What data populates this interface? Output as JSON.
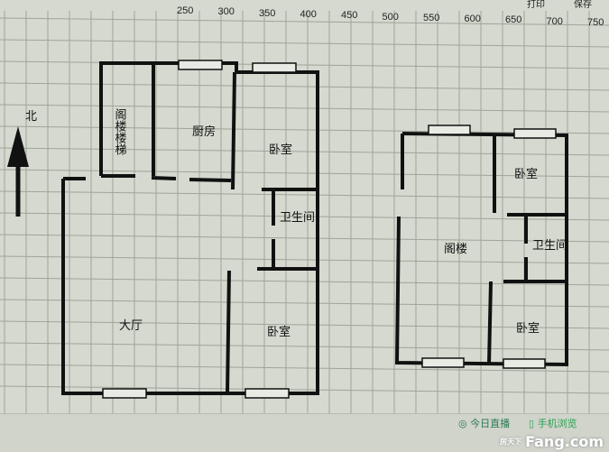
{
  "ruler": {
    "labels": [
      "250",
      "300",
      "350",
      "400",
      "450",
      "500",
      "550",
      "600",
      "650",
      "700",
      "750"
    ]
  },
  "toolbar": {
    "print": "打印",
    "save": "保存"
  },
  "compass": {
    "label": "北"
  },
  "plan_left": {
    "stair": "阁楼楼梯",
    "kitchen": "厨房",
    "bedroom1": "卧室",
    "bathroom": "卫生间",
    "living": "大厅",
    "bedroom2": "卧室"
  },
  "plan_right": {
    "bedroom1": "卧室",
    "attic": "阁楼",
    "bathroom": "卫生间",
    "bedroom2": "卧室"
  },
  "bottom": {
    "live": "今日直播",
    "browse": "手机浏览"
  },
  "watermark": {
    "brand": "Fang.com",
    "cn": "房天下"
  }
}
